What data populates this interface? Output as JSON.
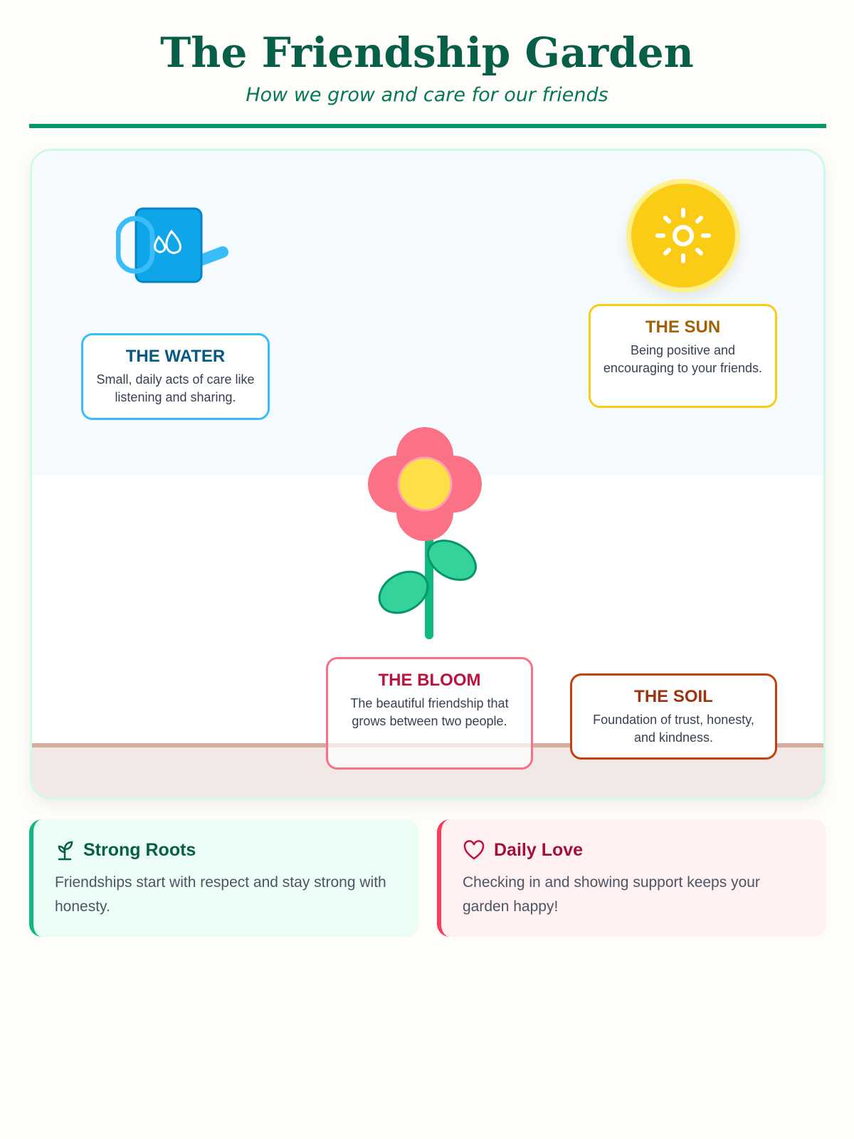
{
  "header": {
    "title": "The Friendship Garden",
    "subtitle": "How we grow and care for our friends"
  },
  "garden": {
    "water": {
      "title": "THE WATER",
      "text": "Small, daily acts of care like listening and sharing.",
      "icon": "watering-can-icon"
    },
    "sun": {
      "title": "THE SUN",
      "text": "Being positive and encouraging to your friends.",
      "icon": "sun-icon"
    },
    "bloom": {
      "title": "THE BLOOM",
      "text": "The beautiful friendship that grows between two people.",
      "icon": "flower-icon"
    },
    "soil": {
      "title": "THE SOIL",
      "text": "Foundation of trust, honesty, and kindness."
    }
  },
  "cards": [
    {
      "title": "Strong Roots",
      "text": "Friendships start with respect and stay strong with honesty.",
      "icon": "sprout-icon"
    },
    {
      "title": "Daily Love",
      "text": "Checking in and showing support keeps your garden happy!",
      "icon": "heart-icon"
    }
  ],
  "colors": {
    "accent": "#059669",
    "sun": "#facc15",
    "petal": "#fb7185",
    "leaf": "#34d399",
    "water": "#0ea5e9"
  }
}
